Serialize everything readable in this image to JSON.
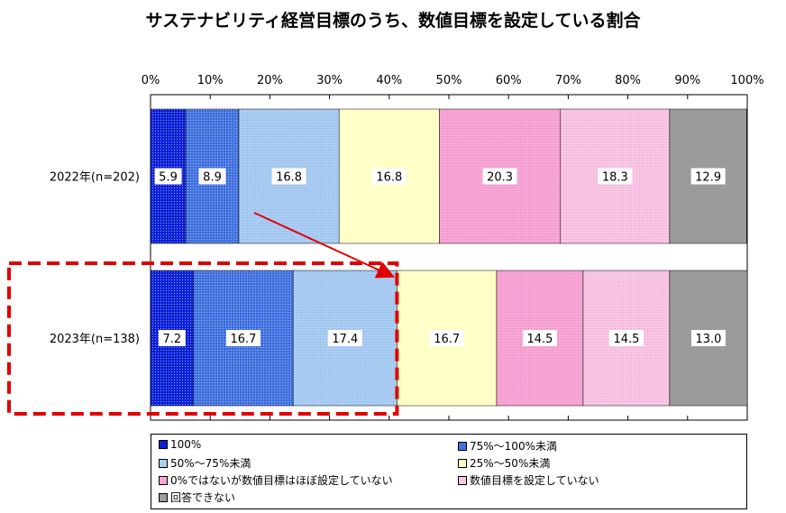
{
  "chart_data": {
    "type": "bar",
    "orientation": "horizontal-stacked-100",
    "title": "サステナビリティ経営目標のうち、数値目標を設定している割合",
    "x_ticks": [
      "0%",
      "10%",
      "20%",
      "30%",
      "40%",
      "50%",
      "60%",
      "70%",
      "80%",
      "90%",
      "100%"
    ],
    "xlim": [
      0,
      100
    ],
    "categories": [
      "2022年(n=202)",
      "2023年(n=138)"
    ],
    "series": [
      {
        "name": "100%",
        "values": [
          5.9,
          7.2
        ],
        "color": "#0a1fd6"
      },
      {
        "name": "75%～100%未満",
        "values": [
          8.9,
          16.7
        ],
        "color": "#3f6fe0"
      },
      {
        "name": "50%～75%未満",
        "values": [
          16.8,
          17.4
        ],
        "color": "#a9cdf5"
      },
      {
        "name": "25%～50%未満",
        "values": [
          16.8,
          16.7
        ],
        "color": "#ffffc8"
      },
      {
        "name": "0%ではないが数値目標はほぼ設定していない",
        "values": [
          20.3,
          14.5
        ],
        "color": "#f9a6d6"
      },
      {
        "name": "数値目標を設定していない",
        "values": [
          18.3,
          14.5
        ],
        "color": "#fbc6e6"
      },
      {
        "name": "回答できない",
        "values": [
          12.9,
          13.0
        ],
        "color": "#9b9b9b"
      }
    ],
    "value_labels": [
      [
        "5.9",
        "8.9",
        "16.8",
        "16.8",
        "20.3",
        "18.3",
        "12.9"
      ],
      [
        "7.2",
        "16.7",
        "17.4",
        "16.7",
        "14.5",
        "14.5",
        "13.0"
      ]
    ],
    "grid": false,
    "legend_position": "bottom",
    "highlight_color": "#e00000"
  }
}
